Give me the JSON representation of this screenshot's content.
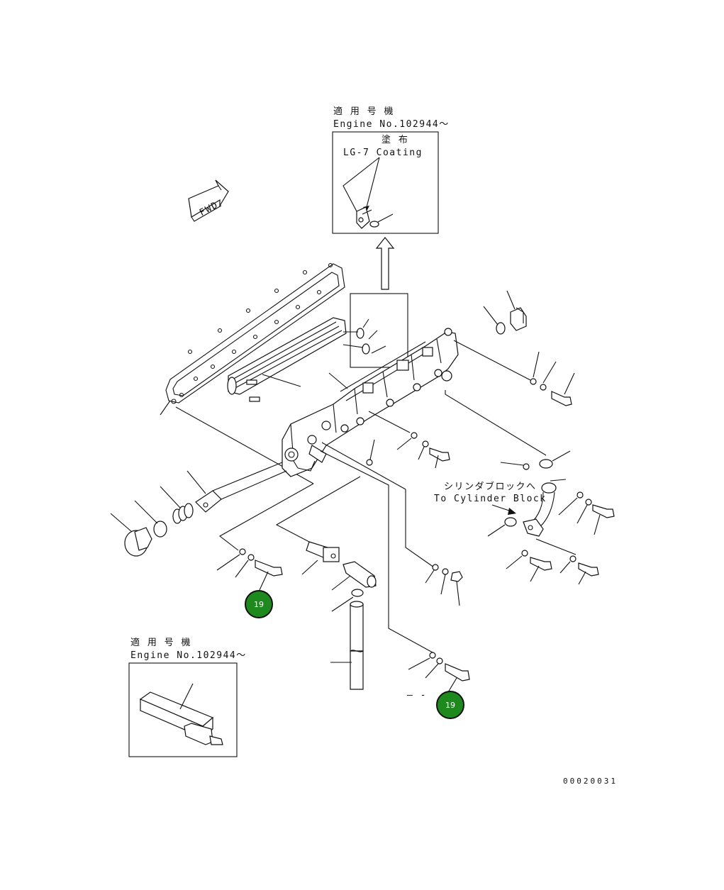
{
  "top_inset": {
    "applicable_jp": "適 用 号 機",
    "engine_no": "Engine No.102944～",
    "coating_jp": "塗 布",
    "coating": "LG-7 Coating"
  },
  "fwd_label": "FWD",
  "cylinder_block": {
    "label_jp": "シリンダブロックへ",
    "label": "To Cylinder Block"
  },
  "bottom_inset": {
    "applicable_jp": "適 用 号 機",
    "engine_no": "Engine No.102944～"
  },
  "callouts": [
    {
      "id": "callout-19-left",
      "label": "19"
    },
    {
      "id": "callout-19-right",
      "label": "19"
    }
  ],
  "stray_marks": "– -",
  "drawing_number": "00020031"
}
